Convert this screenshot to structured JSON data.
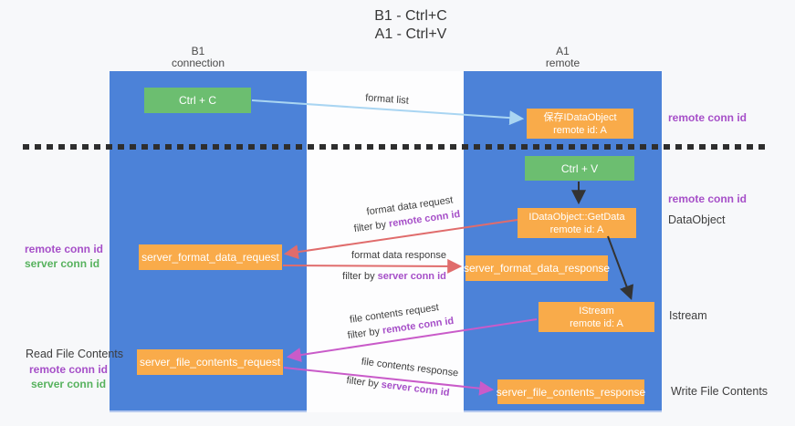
{
  "title": {
    "line1": "B1 - Ctrl+C",
    "line2": "A1 - Ctrl+V"
  },
  "lanes": {
    "left": {
      "name": "B1",
      "subtitle": "connection"
    },
    "right": {
      "name": "A1",
      "subtitle": "remote"
    }
  },
  "nodes": {
    "ctrl_c": {
      "label": "Ctrl + C"
    },
    "ctrl_v": {
      "label": "Ctrl + V"
    },
    "save_dataobject": {
      "line1": "保存IDataObject",
      "line2": "remote id: A"
    },
    "getdata": {
      "line1": "IDataObject::GetData",
      "line2": "remote id: A"
    },
    "istream": {
      "line1": "IStream",
      "line2": "remote id: A"
    },
    "format_request": {
      "label": "server_format_data_request"
    },
    "format_response": {
      "label": "server_format_data_response"
    },
    "file_request": {
      "label": "server_file_contents_request"
    },
    "file_response": {
      "label": "server_file_contents_response"
    }
  },
  "edge_labels": {
    "format_list": "format list",
    "format_request_line1": "format data request",
    "format_request_filter_prefix": "filter by ",
    "format_request_filter_key": "remote conn id",
    "format_response_line1": "format data response",
    "format_response_filter_prefix": "filter by ",
    "format_response_filter_key": "server conn id",
    "file_request_line1": "file contents request",
    "file_request_filter_prefix": "filter by ",
    "file_request_filter_key": "remote conn id",
    "file_response_line1": "file contents response",
    "file_response_filter_prefix": "filter by ",
    "file_response_filter_key": "server conn id"
  },
  "side_labels": {
    "right_remote_conn_top": "remote conn id",
    "right_remote_conn_mid": "remote conn id",
    "right_dataobject": "DataObject",
    "right_istream": "Istream",
    "right_write_file": "Write File Contents",
    "left_remote_conn_top": "remote conn id",
    "left_server_conn_top": "server conn id",
    "left_read_file": "Read File Contents",
    "left_remote_conn_bottom": "remote conn id",
    "left_server_conn_bottom": "server conn id"
  },
  "colors": {
    "lane_blue": "#4c82d8",
    "box_green": "#6cbe70",
    "box_orange": "#f9ab4a",
    "label_purple": "#a64fc8",
    "label_green": "#57b25e",
    "arrow_red": "#e06c6c",
    "arrow_magenta": "#c95bc9",
    "arrow_lightblue": "#a9d5f2",
    "arrow_black": "#333333"
  }
}
